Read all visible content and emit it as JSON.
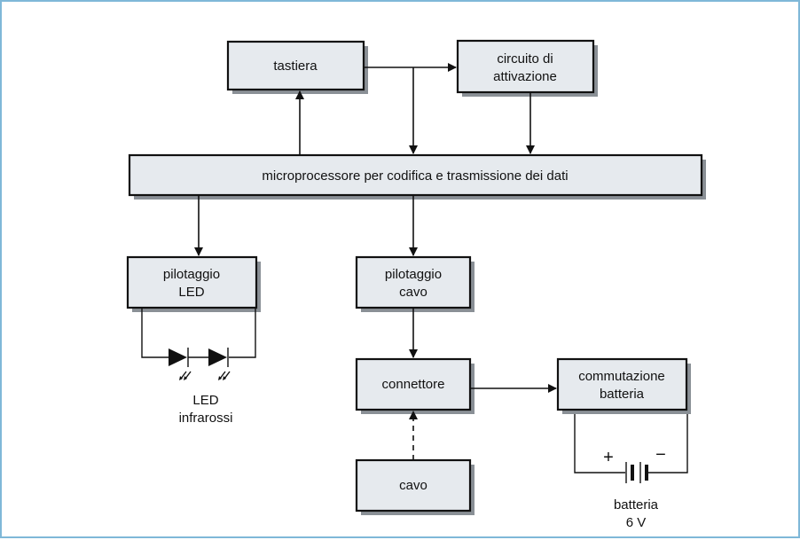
{
  "blocks": {
    "tastiera": "tastiera",
    "attivazione_1": "circuito di",
    "attivazione_2": "attivazione",
    "microprocessore": "microprocessore per codifica e trasmissione dei dati",
    "pilot_led_1": "pilotaggio",
    "pilot_led_2": "LED",
    "pilot_cavo_1": "pilotaggio",
    "pilot_cavo_2": "cavo",
    "connettore": "connettore",
    "commutazione_1": "commutazione",
    "commutazione_2": "batteria",
    "cavo": "cavo"
  },
  "labels": {
    "led_1": "LED",
    "led_2": "infrarossi",
    "batteria_1": "batteria",
    "batteria_2": "6 V",
    "plus": "+",
    "minus": "−"
  }
}
